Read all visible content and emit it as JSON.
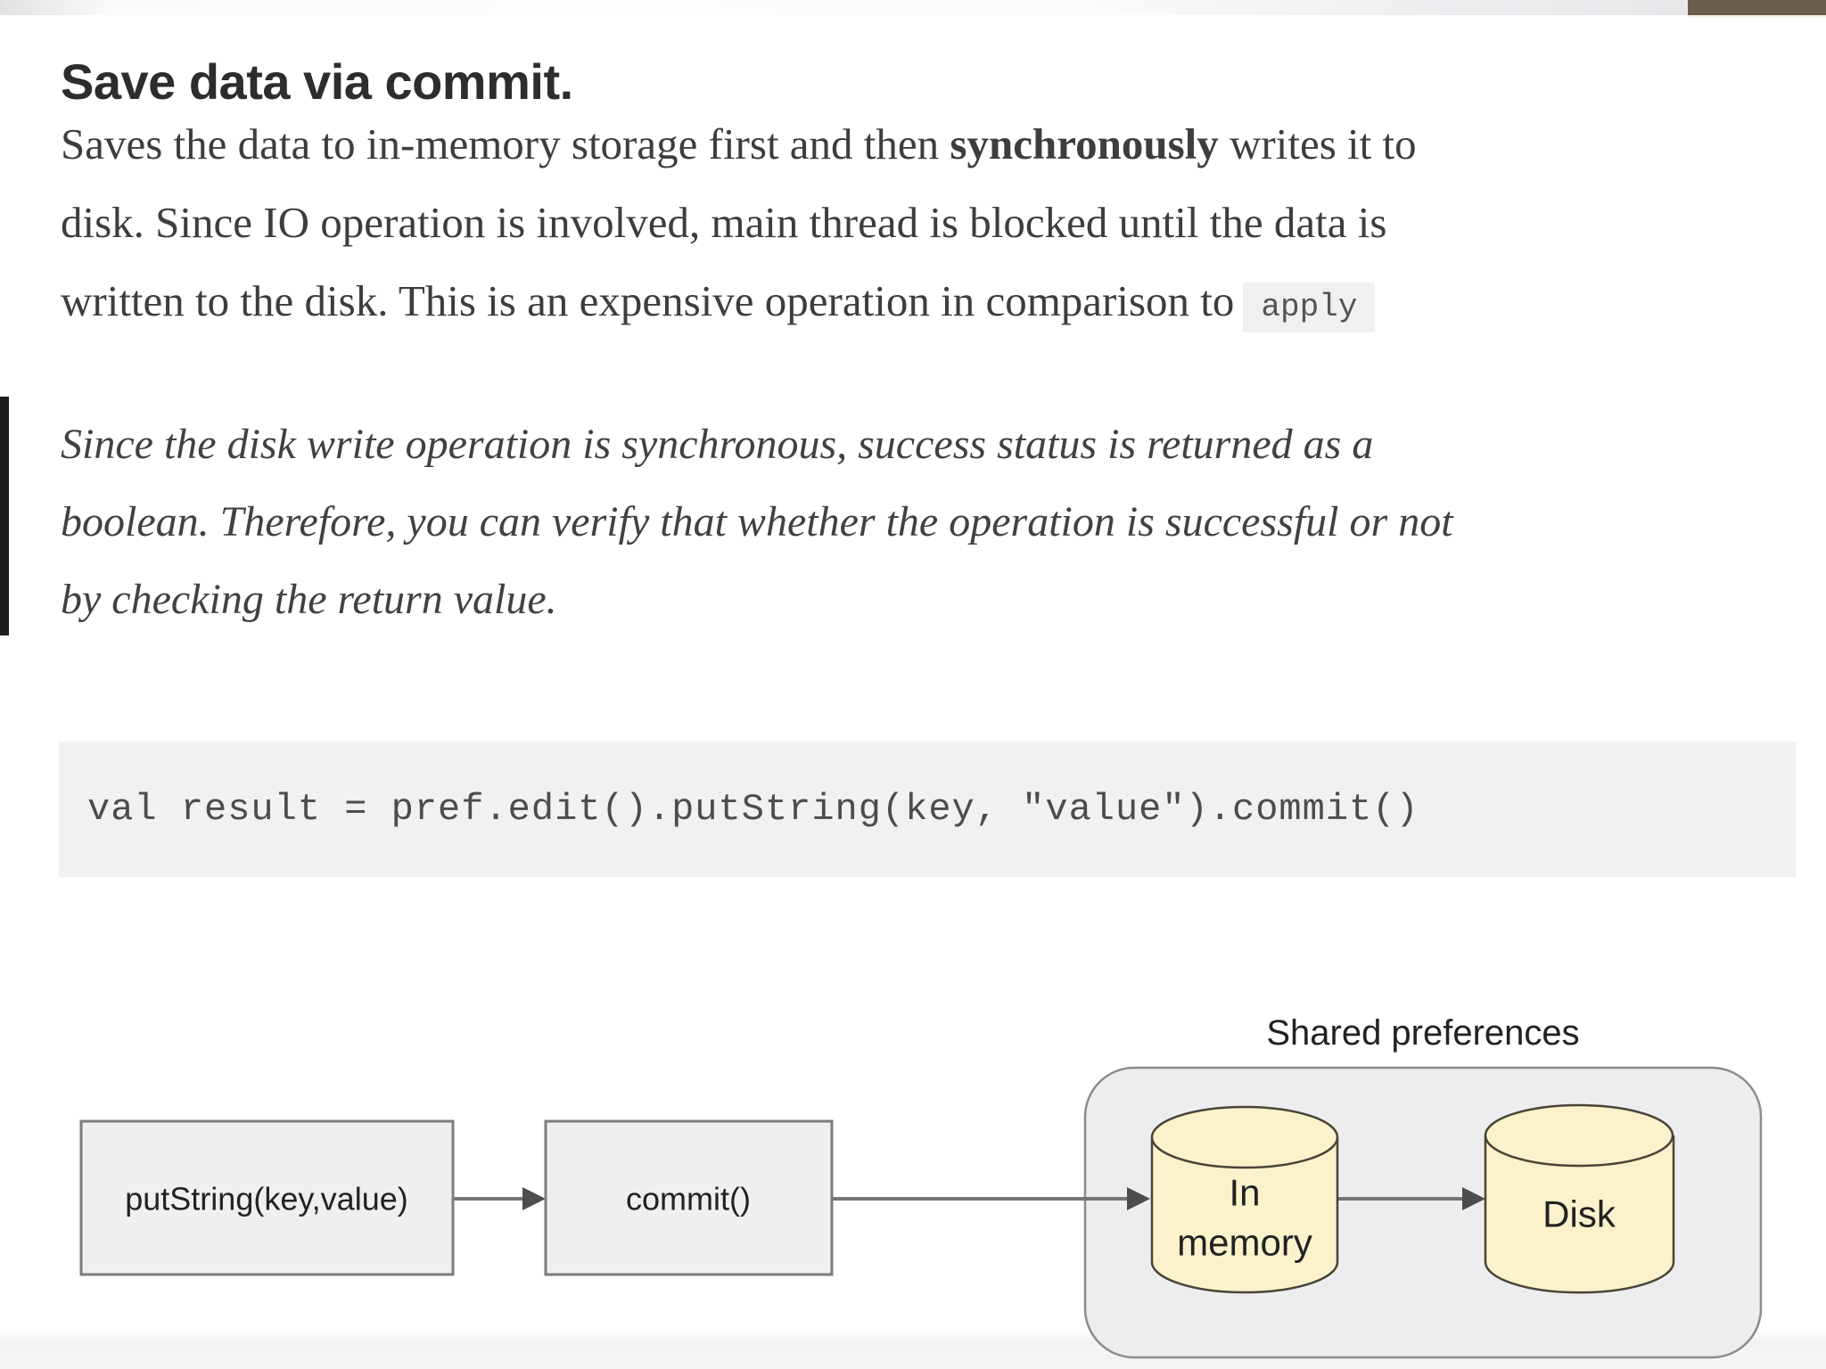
{
  "page": {
    "background": "#ffffff",
    "top_edge_brown_color": "#675d4a",
    "quote_bar_color": "#1d1d1d"
  },
  "article": {
    "heading": "Save data via commit.",
    "paragraph": {
      "line1_pre": "Saves the data to in-memory storage first and then ",
      "line1_bold": "synchronously",
      "line1_post": " writes it to",
      "line2": "disk. Since IO operation is involved, main thread is blocked until the data is",
      "line3_pre": "written to the disk. This is an expensive operation in comparison to",
      "line3_inline_code": "apply"
    },
    "blockquote": {
      "line1": "Since the disk write operation is synchronous, success status is returned as a",
      "line2": "boolean. Therefore, you can verify that whether the operation is successful or not",
      "line3": "by checking the return value."
    },
    "code_block": "val result = pref.edit().putString(key, \"value\").commit()"
  },
  "diagram": {
    "box1_label": "putString(key,value)",
    "box2_label": "commit()",
    "container_label": "Shared preferences",
    "cylinder1_line1": "In",
    "cylinder1_line2": "memory",
    "cylinder2_label": "Disk",
    "colors": {
      "box_fill": "#efeff0",
      "box_border": "#7c7c7c",
      "container_fill": "#ededee",
      "container_border": "#8c8c8c",
      "cylinder_fill": "#fbf2cc",
      "cylinder_stroke": "#4a4437",
      "arrow": "#757575",
      "arrow_head": "#4d4d4d"
    }
  }
}
